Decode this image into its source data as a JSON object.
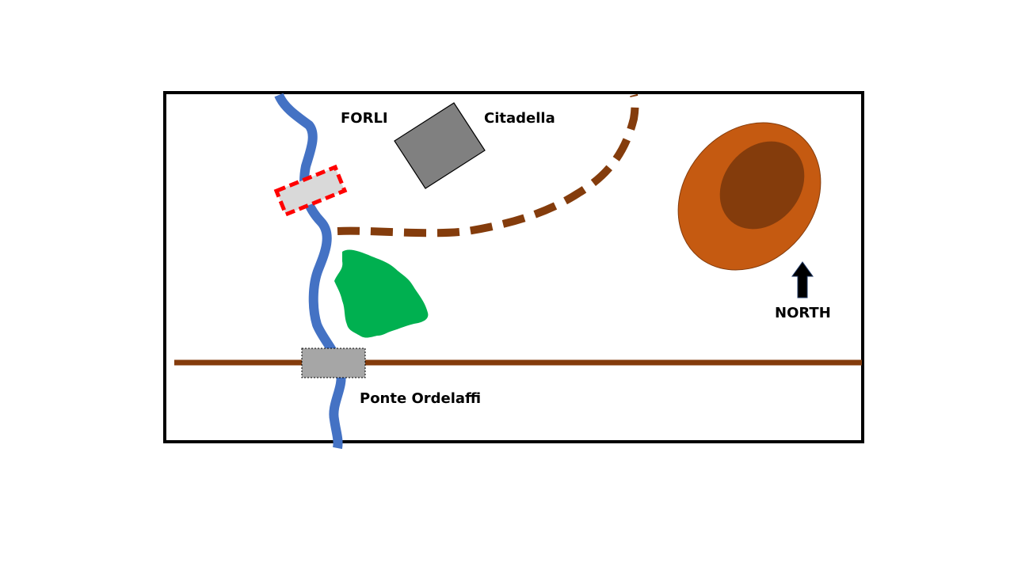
{
  "map": {
    "labels": {
      "town": "FORLI",
      "citadel": "Citadella",
      "bridge": "Ponte Ordelaffi",
      "north": "NORTH"
    },
    "colors": {
      "frame": "#000000",
      "river": "#4472c4",
      "road": "#843c0c",
      "dashed_route": "#843c0c",
      "citadel_fill": "#808080",
      "bridge_fill": "#a6a6a6",
      "ford_fill": "#d9d9d9",
      "ford_outline": "#ff0000",
      "woods": "#00b050",
      "hill_outer": "#c55a11",
      "hill_inner": "#843c0c",
      "north_arrow": "#000000"
    },
    "features": [
      {
        "id": "river",
        "type": "river"
      },
      {
        "id": "road",
        "type": "road"
      },
      {
        "id": "dashed-route",
        "type": "route"
      },
      {
        "id": "citadel",
        "type": "building"
      },
      {
        "id": "ponte-ordelaffi",
        "type": "bridge"
      },
      {
        "id": "highlighted-crossing",
        "type": "crossing"
      },
      {
        "id": "woods",
        "type": "woods"
      },
      {
        "id": "hill",
        "type": "hill"
      },
      {
        "id": "north-arrow",
        "type": "compass"
      }
    ]
  }
}
